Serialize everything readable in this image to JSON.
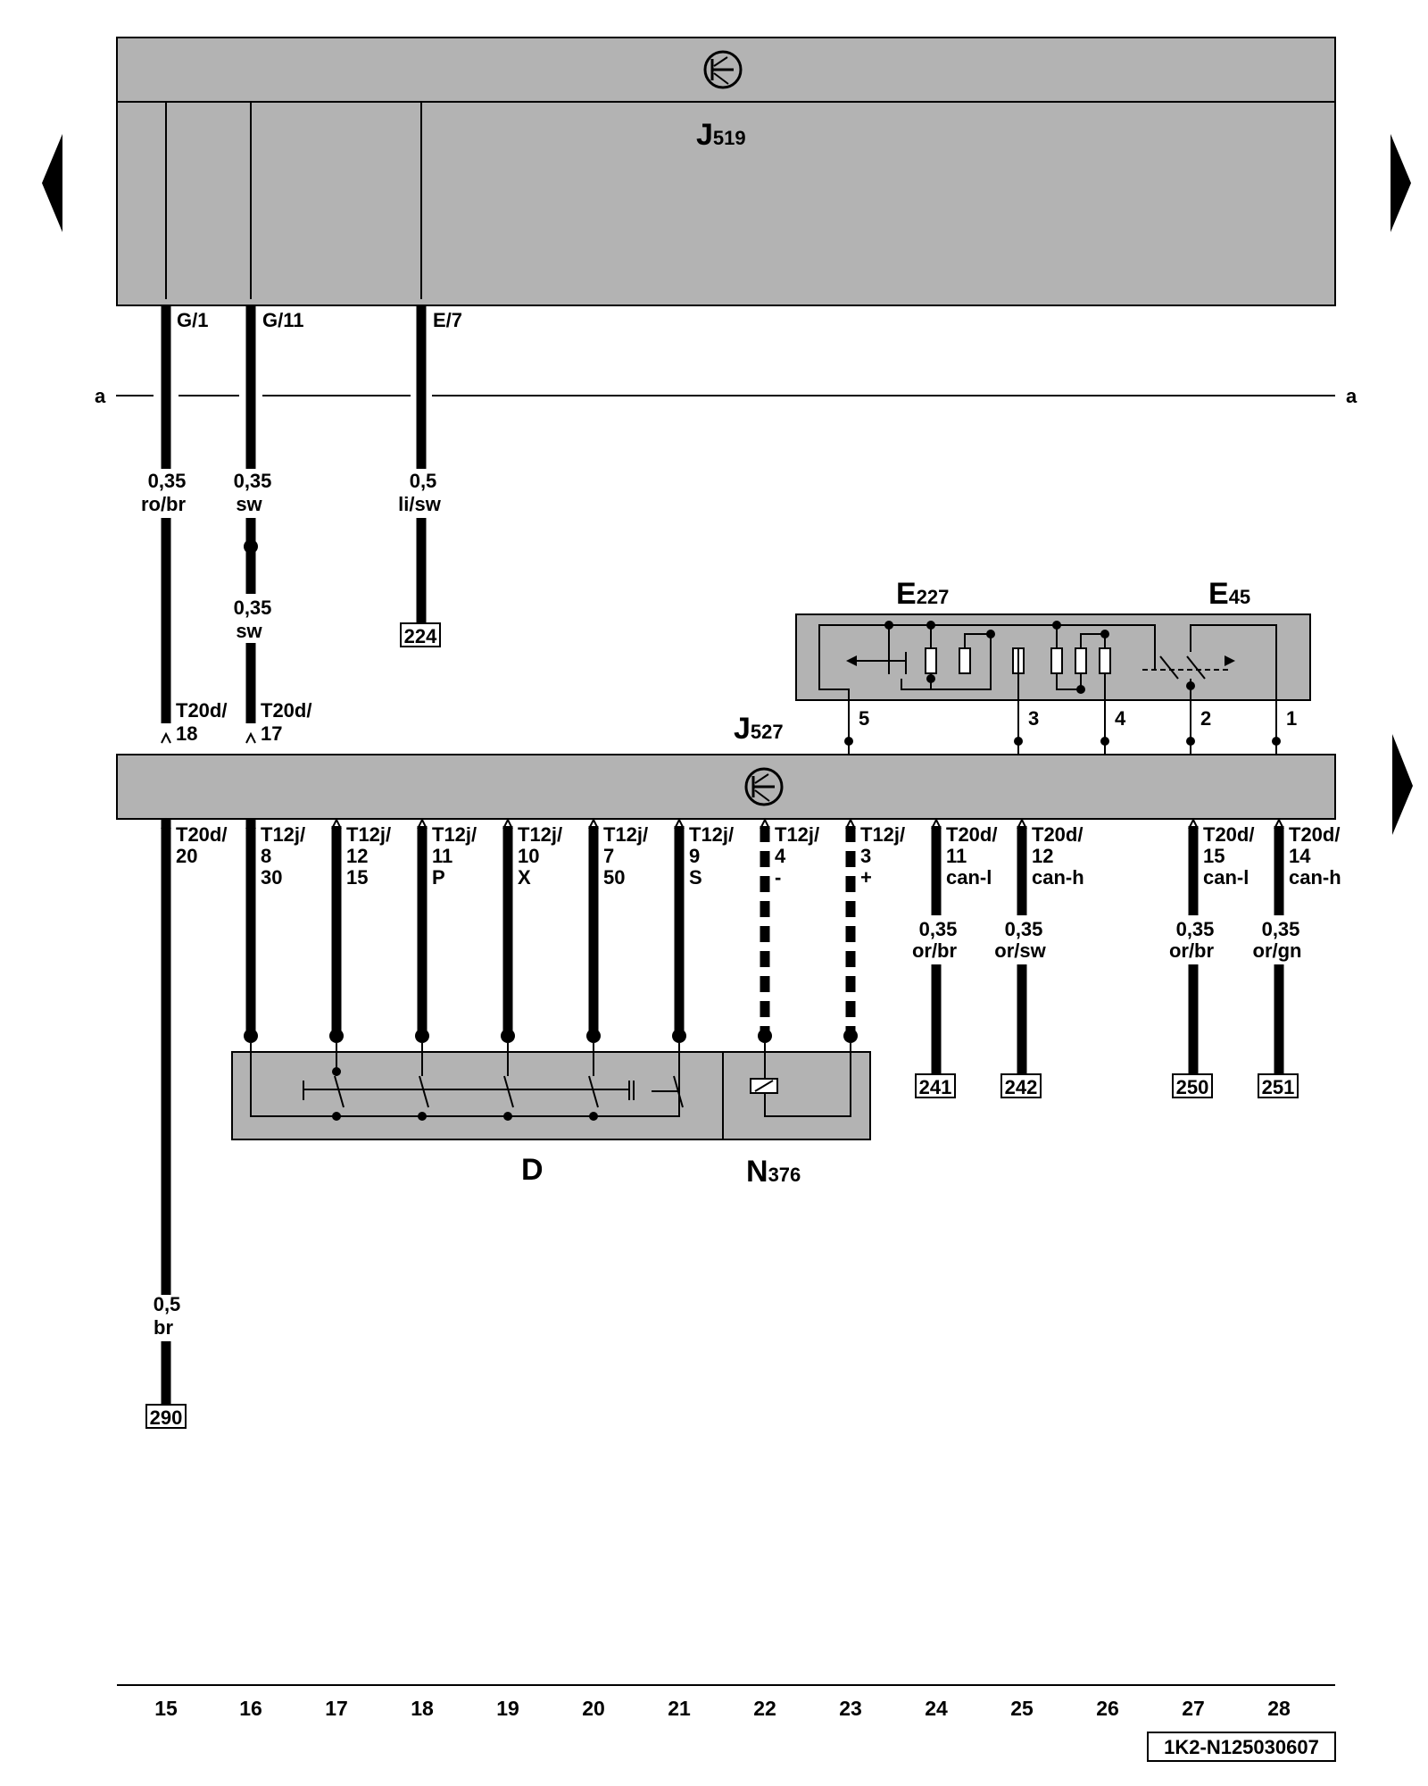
{
  "components": {
    "j519": {
      "letter": "J",
      "num": "519"
    },
    "j527": {
      "letter": "J",
      "num": "527"
    },
    "e227": {
      "letter": "E",
      "num": "227"
    },
    "e45": {
      "letter": "E",
      "num": "45"
    },
    "d": {
      "letter": "D"
    },
    "n376": {
      "letter": "N",
      "num": "376"
    }
  },
  "bus": {
    "left": "a",
    "right": "a"
  },
  "j519_pins": [
    "G/1",
    "G/11",
    "E/7"
  ],
  "wires_top": [
    {
      "gauge": "0,35",
      "color": "ro/br"
    },
    {
      "gauge": "0,35",
      "color": "sw"
    },
    {
      "gauge": "0,35",
      "color": "sw"
    },
    {
      "gauge": "0,5",
      "color": "li/sw"
    }
  ],
  "connectors_top": [
    {
      "conn": "T20d/",
      "pin": "18"
    },
    {
      "conn": "T20d/",
      "pin": "17"
    }
  ],
  "pins_e227": [
    "5",
    "3",
    "4",
    "2",
    "1"
  ],
  "connectors_bottom": [
    {
      "conn": "T20d/",
      "pin": "20",
      "sig": ""
    },
    {
      "conn": "T12j/",
      "pin": "8",
      "sig": "30"
    },
    {
      "conn": "T12j/",
      "pin": "12",
      "sig": "15"
    },
    {
      "conn": "T12j/",
      "pin": "11",
      "sig": "P"
    },
    {
      "conn": "T12j/",
      "pin": "10",
      "sig": "X"
    },
    {
      "conn": "T12j/",
      "pin": "7",
      "sig": "50"
    },
    {
      "conn": "T12j/",
      "pin": "9",
      "sig": "S"
    },
    {
      "conn": "T12j/",
      "pin": "4",
      "sig": "-"
    },
    {
      "conn": "T12j/",
      "pin": "3",
      "sig": "+"
    },
    {
      "conn": "T20d/",
      "pin": "11",
      "sig": "can-l"
    },
    {
      "conn": "T20d/",
      "pin": "12",
      "sig": "can-h"
    },
    {
      "conn": "T20d/",
      "pin": "15",
      "sig": "can-l"
    },
    {
      "conn": "T20d/",
      "pin": "14",
      "sig": "can-h"
    }
  ],
  "wires_bottom": [
    {
      "gauge": "0,35",
      "color": "or/br"
    },
    {
      "gauge": "0,35",
      "color": "or/sw"
    },
    {
      "gauge": "0,35",
      "color": "or/br"
    },
    {
      "gauge": "0,35",
      "color": "or/gn"
    },
    {
      "gauge": "0,5",
      "color": "br"
    }
  ],
  "refs": [
    "224",
    "241",
    "242",
    "250",
    "251",
    "290"
  ],
  "columns": [
    "15",
    "16",
    "17",
    "18",
    "19",
    "20",
    "21",
    "22",
    "23",
    "24",
    "25",
    "26",
    "27",
    "28"
  ],
  "doc_id": "1K2-N125030607"
}
